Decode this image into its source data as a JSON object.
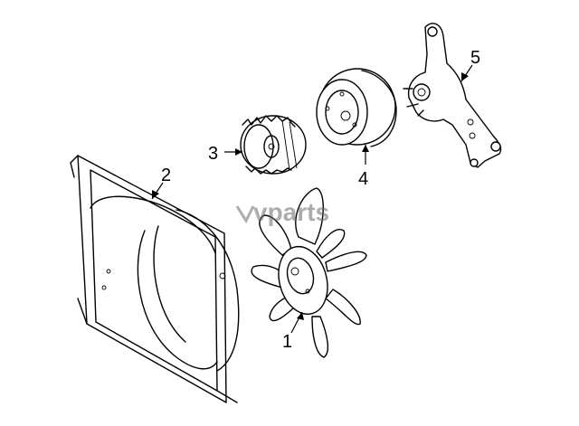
{
  "watermark": {
    "text": "vparts",
    "color": "#6a6a6a"
  },
  "callouts": [
    {
      "id": "1",
      "label": "1"
    },
    {
      "id": "2",
      "label": "2"
    },
    {
      "id": "3",
      "label": "3"
    },
    {
      "id": "4",
      "label": "4"
    },
    {
      "id": "5",
      "label": "5"
    }
  ],
  "colors": {
    "line": "#000000",
    "background": "#ffffff"
  }
}
